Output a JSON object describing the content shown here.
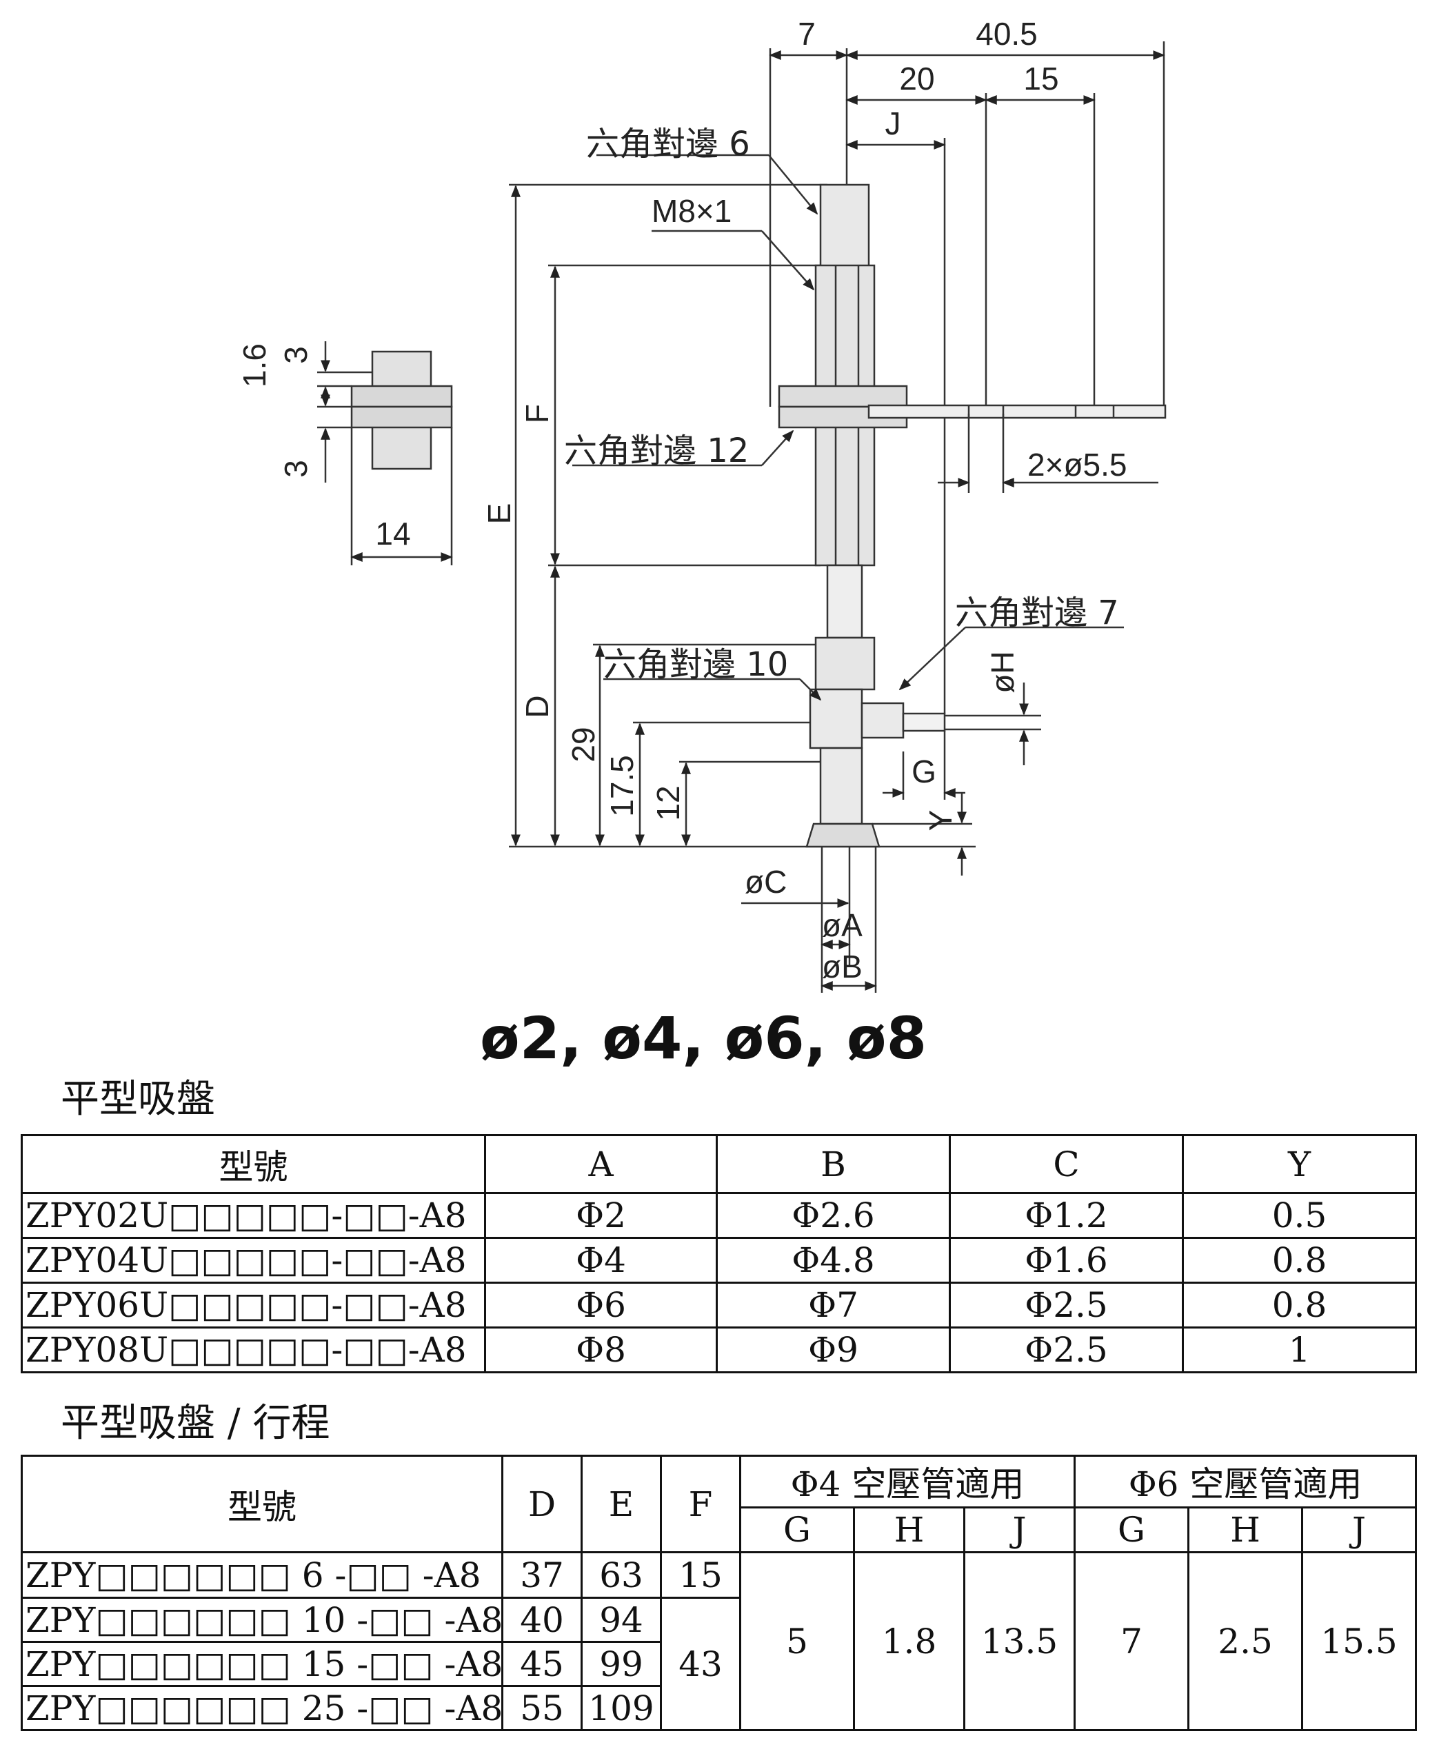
{
  "drawing": {
    "dims": {
      "top_7": "7",
      "top_40_5": "40.5",
      "top_20": "20",
      "top_15": "15",
      "j": "J",
      "hex6": "六角對邊 6",
      "m8": "M8×1",
      "hex12": "六角對邊 12",
      "hole": "2×ø5.5",
      "hex7": "六角對邊 7",
      "hex10": "六角對邊 10",
      "e": "E",
      "f": "F",
      "d": "D",
      "d29": "29",
      "d17_5": "17.5",
      "d12": "12",
      "phi_h": "øH",
      "g": "G",
      "y": "Y",
      "phi_c": "øC",
      "phi_a": "øA",
      "phi_b": "øB",
      "side_1_6": "1.6",
      "side_3a": "3",
      "side_3b": "3",
      "side_14": "14"
    },
    "sizes": "ø2, ø4, ø6, ø8"
  },
  "table1": {
    "title": "平型吸盤",
    "headers": [
      "型號",
      "A",
      "B",
      "C",
      "Y"
    ],
    "rows": [
      [
        "ZPY02U□□□□□-□□-A8",
        "Φ2",
        "Φ2.6",
        "Φ1.2",
        "0.5"
      ],
      [
        "ZPY04U□□□□□-□□-A8",
        "Φ4",
        "Φ4.8",
        "Φ1.6",
        "0.8"
      ],
      [
        "ZPY06U□□□□□-□□-A8",
        "Φ6",
        "Φ7",
        "Φ2.5",
        "0.8"
      ],
      [
        "ZPY08U□□□□□-□□-A8",
        "Φ8",
        "Φ9",
        "Φ2.5",
        "1"
      ]
    ]
  },
  "table2": {
    "title": "平型吸盤 / 行程",
    "header_model": "型號",
    "header_d": "D",
    "header_e": "E",
    "header_f": "F",
    "group4": "Φ4 空壓管適用",
    "group6": "Φ6 空壓管適用",
    "sub": [
      "G",
      "H",
      "J",
      "G",
      "H",
      "J"
    ],
    "rows": [
      {
        "model": "ZPY□□□□□□ 6 -□□ -A8",
        "d": "37",
        "e": "63"
      },
      {
        "model": "ZPY□□□□□□ 10 -□□ -A8",
        "d": "40",
        "e": "94"
      },
      {
        "model": "ZPY□□□□□□ 15 -□□ -A8",
        "d": "45",
        "e": "99"
      },
      {
        "model": "ZPY□□□□□□ 25 -□□ -A8",
        "d": "55",
        "e": "109"
      }
    ],
    "f_first": "15",
    "f_rest": "43",
    "shared": [
      "5",
      "1.8",
      "13.5",
      "7",
      "2.5",
      "15.5"
    ]
  }
}
